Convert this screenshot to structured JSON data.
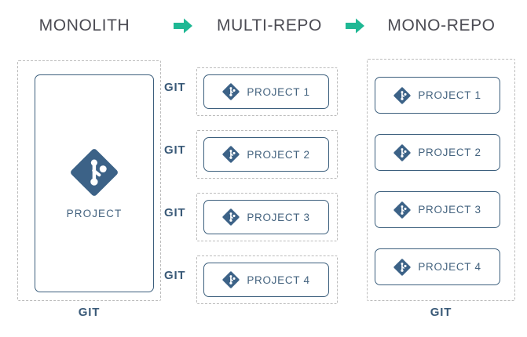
{
  "diagram": {
    "title_color": "#4b4b53",
    "accent_green": "#1fb894",
    "git_blue": "#3c5f7d",
    "label_blue": "#44637f",
    "dashed_gray": "#bcbcbc"
  },
  "header": {
    "titles": [
      {
        "label": "MONOLITH"
      },
      {
        "label": "MULTI-REPO"
      },
      {
        "label": "MONO-REPO"
      }
    ],
    "arrows": [
      {
        "icon": "arrow-right-icon"
      },
      {
        "icon": "arrow-right-icon"
      }
    ]
  },
  "monolith": {
    "icon": "git-logo-icon",
    "project_label": "PROJECT",
    "repo_label": "GIT"
  },
  "multirepo": {
    "rows": [
      {
        "repo_label": "GIT",
        "icon": "git-logo-icon",
        "project_label": "PROJECT 1"
      },
      {
        "repo_label": "GIT",
        "icon": "git-logo-icon",
        "project_label": "PROJECT 2"
      },
      {
        "repo_label": "GIT",
        "icon": "git-logo-icon",
        "project_label": "PROJECT 3"
      },
      {
        "repo_label": "GIT",
        "icon": "git-logo-icon",
        "project_label": "PROJECT 4"
      }
    ]
  },
  "monorepo": {
    "repo_label": "GIT",
    "projects": [
      {
        "icon": "git-logo-icon",
        "project_label": "PROJECT 1"
      },
      {
        "icon": "git-logo-icon",
        "project_label": "PROJECT 2"
      },
      {
        "icon": "git-logo-icon",
        "project_label": "PROJECT 3"
      },
      {
        "icon": "git-logo-icon",
        "project_label": "PROJECT 4"
      }
    ]
  }
}
